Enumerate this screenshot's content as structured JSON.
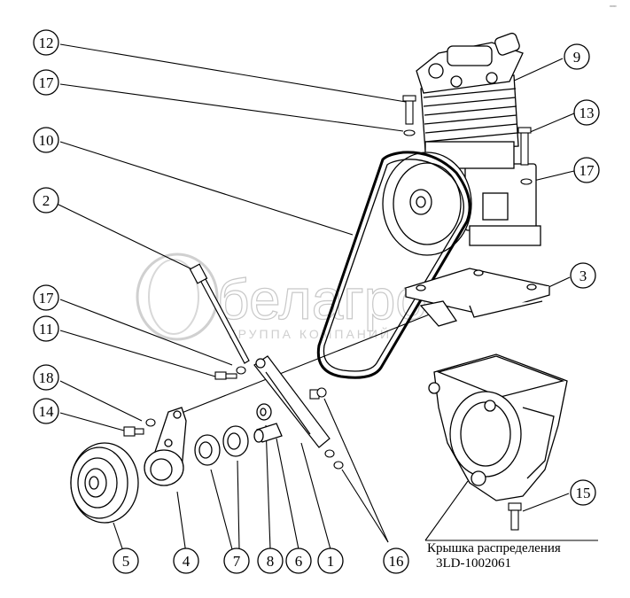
{
  "corner_mark": "ᵒᵒᵒᵒ",
  "watermark": {
    "name": "белагро",
    "subtitle": "ГРУППА КОМПАНИЙ"
  },
  "caption": {
    "title": "Крышка распределения",
    "code": "3LD-1002061"
  },
  "callouts": [
    {
      "id": "c12",
      "label": "12"
    },
    {
      "id": "c17a",
      "label": "17"
    },
    {
      "id": "c10",
      "label": "10"
    },
    {
      "id": "c2",
      "label": "2"
    },
    {
      "id": "c17b",
      "label": "17"
    },
    {
      "id": "c11",
      "label": "11"
    },
    {
      "id": "c18",
      "label": "18"
    },
    {
      "id": "c14",
      "label": "14"
    },
    {
      "id": "c9",
      "label": "9"
    },
    {
      "id": "c13",
      "label": "13"
    },
    {
      "id": "c17c",
      "label": "17"
    },
    {
      "id": "c3",
      "label": "3"
    },
    {
      "id": "c15",
      "label": "15"
    },
    {
      "id": "c5",
      "label": "5"
    },
    {
      "id": "c4",
      "label": "4"
    },
    {
      "id": "c7",
      "label": "7"
    },
    {
      "id": "c8",
      "label": "8"
    },
    {
      "id": "c6",
      "label": "6"
    },
    {
      "id": "c1",
      "label": "1"
    },
    {
      "id": "c16",
      "label": "16"
    }
  ]
}
